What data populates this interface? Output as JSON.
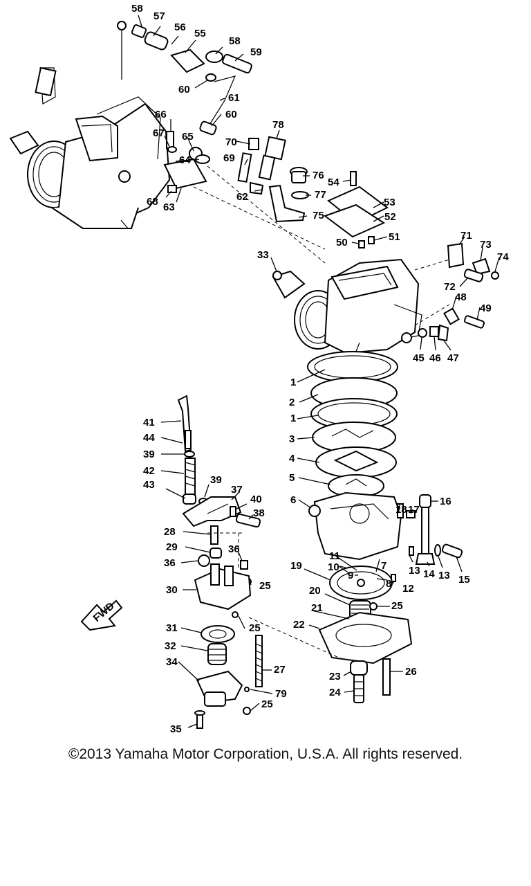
{
  "diagram": {
    "fwd_label": "FWD",
    "callouts": [
      "58",
      "57",
      "56",
      "55",
      "58",
      "59",
      "60",
      "61",
      "60",
      "66",
      "67",
      "65",
      "64",
      "70",
      "78",
      "69",
      "76",
      "54",
      "77",
      "68",
      "63",
      "62",
      "75",
      "53",
      "52",
      "51",
      "50",
      "71",
      "73",
      "74",
      "33",
      "72",
      "48",
      "49",
      "45",
      "46",
      "47",
      "1",
      "2",
      "1",
      "3",
      "4",
      "5",
      "6",
      "41",
      "44",
      "39",
      "42",
      "43",
      "39",
      "37",
      "40",
      "38",
      "18",
      "17",
      "16",
      "28",
      "29",
      "36",
      "36",
      "11",
      "9",
      "7",
      "13",
      "14",
      "13",
      "15",
      "10",
      "8",
      "12",
      "25",
      "30",
      "19",
      "20",
      "25",
      "21",
      "31",
      "25",
      "22",
      "32",
      "27",
      "34",
      "23",
      "26",
      "24",
      "79",
      "25",
      "35"
    ]
  },
  "footer": {
    "copyright": "©2013 Yamaha Motor Corporation, U.S.A. All rights reserved."
  }
}
